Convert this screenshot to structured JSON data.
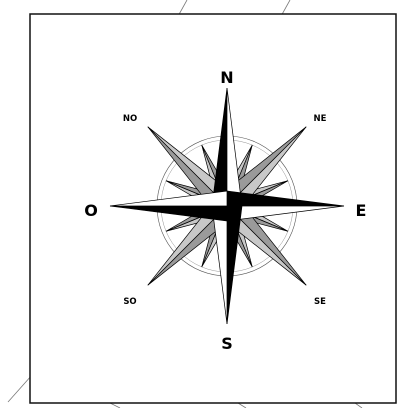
{
  "compass": {
    "cardinals": {
      "north": "N",
      "east": "E",
      "south": "S",
      "west": "O"
    },
    "intercardinals": {
      "northeast": "NE",
      "southeast": "SE",
      "southwest": "SO",
      "northwest": "NO"
    }
  },
  "colors": {
    "background": "#ffffff",
    "frame": "#111111",
    "ink": "#000000",
    "grey_dark": "#9a9a9a",
    "grey_light": "#c8c8c8",
    "scan_line": "#7a7a7a"
  },
  "icon": "compass-rose-icon"
}
